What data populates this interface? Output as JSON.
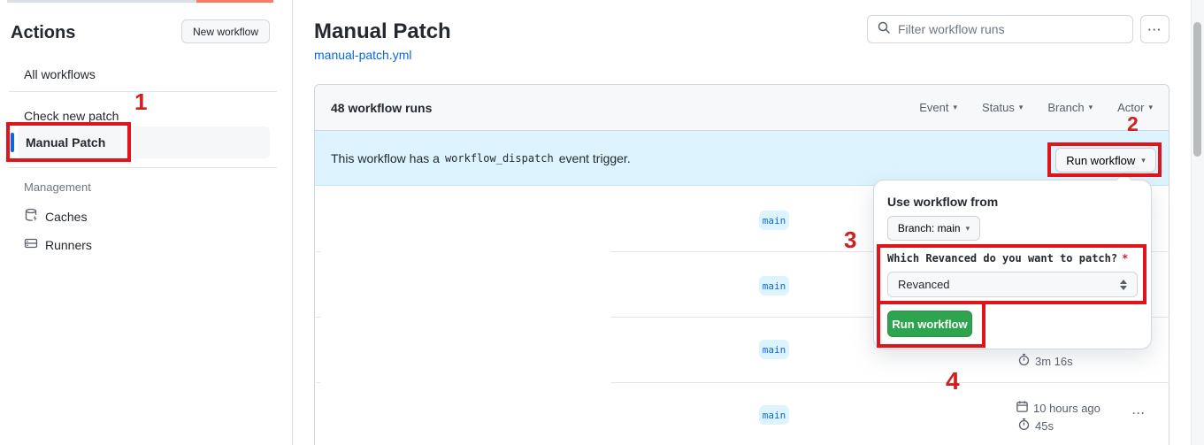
{
  "sidebar": {
    "title": "Actions",
    "new_workflow_button": "New workflow",
    "items": [
      {
        "label": "All workflows"
      },
      {
        "label": "Check new patch"
      },
      {
        "label": "Manual Patch",
        "selected": true
      }
    ],
    "management": {
      "label": "Management",
      "items": [
        {
          "label": "Caches"
        },
        {
          "label": "Runners"
        }
      ]
    }
  },
  "header": {
    "title": "Manual Patch",
    "file_link": "manual-patch.yml"
  },
  "search": {
    "placeholder": "Filter workflow runs"
  },
  "runs_panel": {
    "count_label": "48 workflow runs",
    "filters": [
      {
        "label": "Event"
      },
      {
        "label": "Status"
      },
      {
        "label": "Branch"
      },
      {
        "label": "Actor"
      }
    ],
    "banner": {
      "text_before": "This workflow has a",
      "code": "workflow_dispatch",
      "text_after": "event trigger.",
      "run_button_label": "Run workflow"
    },
    "rows": [
      {
        "branch": "main"
      },
      {
        "branch": "main"
      },
      {
        "branch": "main",
        "duration": "3m 16s"
      },
      {
        "branch": "main",
        "date": "10 hours ago",
        "duration": "45s"
      }
    ]
  },
  "dropdown": {
    "heading": "Use workflow from",
    "branch_button_label": "Branch: main",
    "input_label": "Which Revanced do you want to patch?",
    "required_marker": "*",
    "select_value": "Revanced",
    "run_button_label": "Run workflow"
  },
  "annotations": {
    "steps": [
      "1",
      "2",
      "3",
      "4"
    ]
  },
  "icons": {
    "chevron": "▾",
    "kebab": "···"
  },
  "colors": {
    "accent": "#0969da",
    "annotation_red": "#e0151c",
    "success_green": "#2da44e",
    "banner_blue": "#ddf4ff"
  }
}
